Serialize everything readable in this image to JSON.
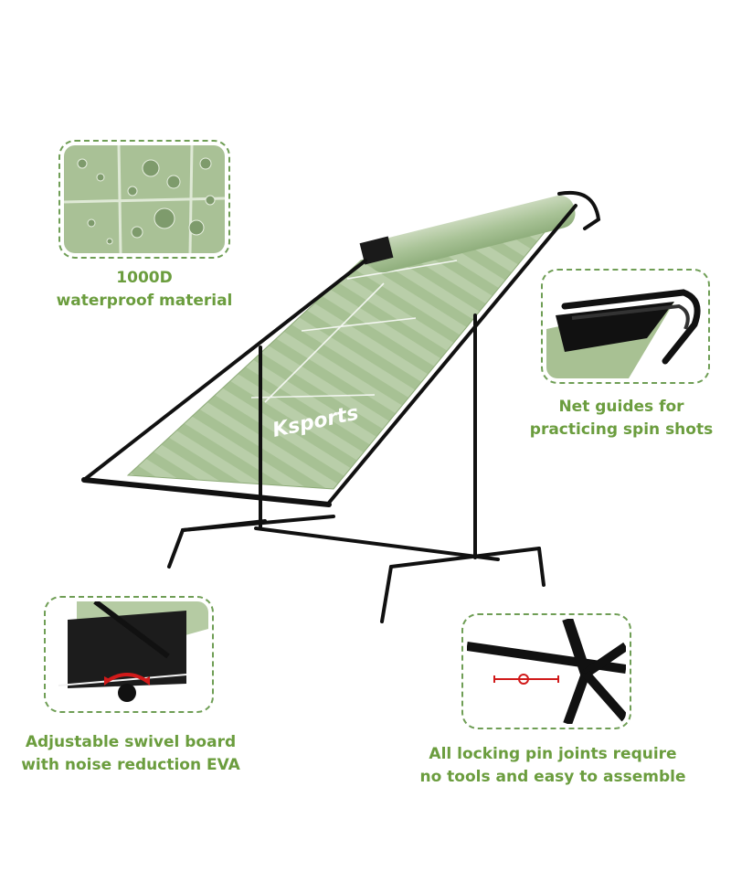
{
  "product": {
    "brand_text": "Ksports"
  },
  "features": [
    {
      "line1": "1000D",
      "line2": "waterproof material",
      "icon": "water-droplets-closeup"
    },
    {
      "line1": "Net guides for",
      "line2": "practicing spin shots",
      "icon": "net-guide-closeup"
    },
    {
      "line1": "Adjustable swivel board",
      "line2": "with noise reduction EVA",
      "icon": "swivel-board-closeup"
    },
    {
      "line1": "All locking pin joints require",
      "line2": "no tools and easy to assemble",
      "icon": "locking-pin-closeup"
    }
  ],
  "colors": {
    "accent_green": "#6b9d3e",
    "net_green_light": "#b8cda7",
    "net_green_dark": "#9fbc8b",
    "frame_black": "#111111",
    "pin_red": "#d11a1a"
  }
}
